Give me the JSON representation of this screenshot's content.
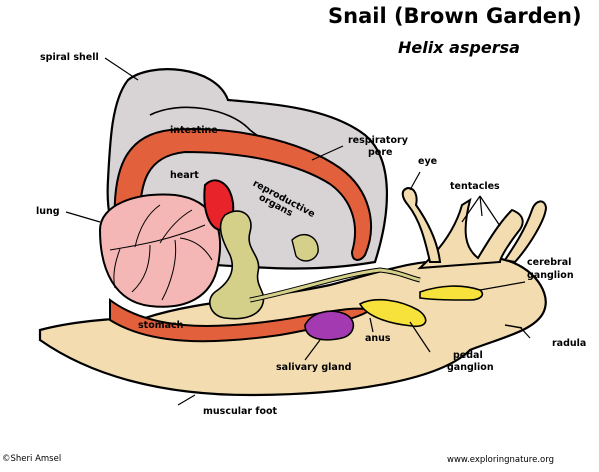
{
  "title": "Snail (Brown Garden)",
  "subtitle": "Helix aspersa",
  "labels": {
    "spiral_shell": "spiral shell",
    "intestine": "intestine",
    "respiratory_pore_1": "respiratory",
    "respiratory_pore_2": "pore",
    "eye": "eye",
    "tentacles": "tentacles",
    "heart": "heart",
    "reproductive_organs_1": "reproductive",
    "reproductive_organs_2": "organs",
    "lung": "lung",
    "cerebral_ganglion_1": "cerebral",
    "cerebral_ganglion_2": "ganglion",
    "stomach": "stomach",
    "anus": "anus",
    "radula": "radula",
    "pedal_ganglion_1": "pedal",
    "pedal_ganglion_2": "ganglion",
    "salivary_gland": "salivary gland",
    "muscular_foot": "muscular foot"
  },
  "credits": {
    "author": "©Sheri Amsel",
    "website": "www.exploringnature.org"
  },
  "colors": {
    "shell": "#d8d4d6",
    "body": "#f3ddb0",
    "intestine": "#e2603c",
    "heart": "#e8232a",
    "lung": "#f5b7b5",
    "reproductive": "#d4d08a",
    "ganglion": "#f6e23a",
    "salivary_gland": "#a43ab2"
  }
}
